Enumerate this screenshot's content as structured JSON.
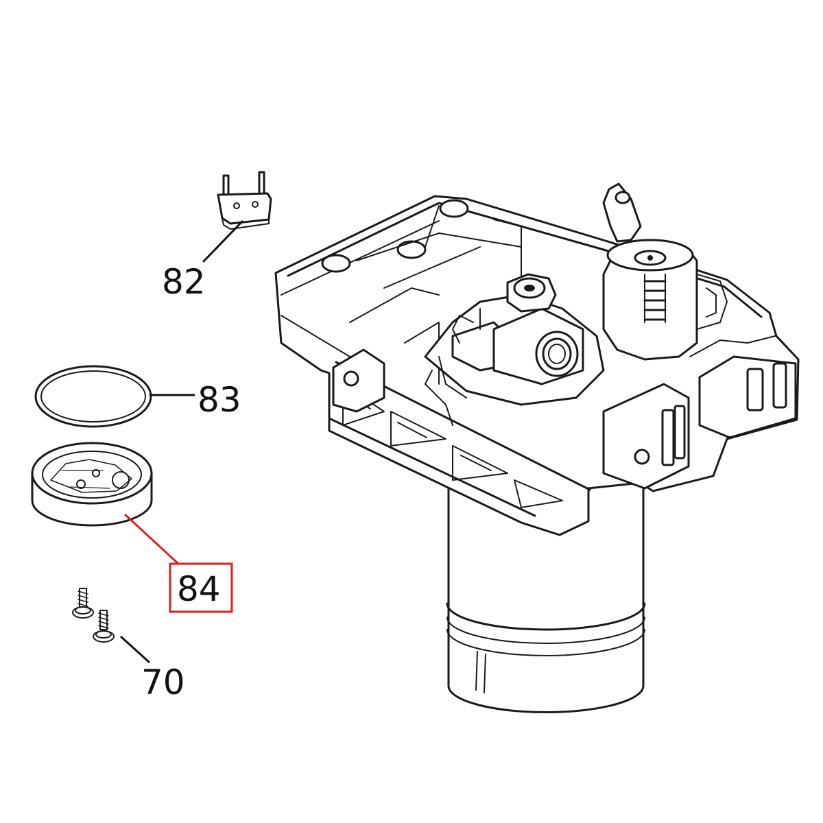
{
  "colors": {
    "line": "#1a1a1a",
    "highlight": "#e01e1e",
    "background": "#ffffff"
  },
  "callouts": [
    {
      "id": "82",
      "label": "82",
      "highlighted": false
    },
    {
      "id": "83",
      "label": "83",
      "highlighted": false
    },
    {
      "id": "84",
      "label": "84",
      "highlighted": true
    },
    {
      "id": "70",
      "label": "70",
      "highlighted": false
    }
  ]
}
